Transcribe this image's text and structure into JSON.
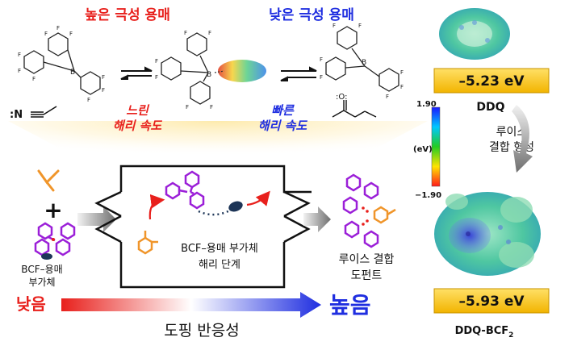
{
  "top": {
    "high_polarity_solvent": "높은 극성 용매",
    "low_polarity_solvent": "낮은 극성 용매",
    "slow_label": "느린",
    "slow_rate_label": "해리 속도",
    "fast_label": "빠른",
    "fast_rate_label": "해리 속도",
    "nitrile_label": ":N",
    "carbonyl_label": ":O:",
    "boron_label": "B",
    "fluorine_label": "F"
  },
  "mechanism": {
    "plus_sign": "+",
    "adduct_label_line1": "BCF–용매",
    "adduct_label_line2": "부가체",
    "step_label_line1": "BCF–용매 부가체",
    "step_label_line2": "해리 단계",
    "product_label_line1": "루이스 결합",
    "product_label_line2": "도펀트"
  },
  "reactivity": {
    "low": "낮음",
    "high": "높음",
    "axis_title": "도핑 반응성"
  },
  "right_panel": {
    "ddq_energy": "–5.23 eV",
    "ddq_label": "DDQ",
    "scale_max": "1.90",
    "scale_min": "−1.90",
    "scale_unit": "(eV)",
    "process_line1": "루이스",
    "process_line2": "결합 형성",
    "complex_energy": "–5.93 eV",
    "complex_label_main": "DDQ-BCF",
    "complex_label_sub": "2"
  },
  "colors": {
    "red": "#e8201c",
    "blue": "#1f2ee0",
    "orange": "#f0952a",
    "purple": "#9b1fd8",
    "navy": "#1d3557",
    "energy_box_top": "#ffd84a",
    "energy_box_bottom": "#f5b800",
    "glow": "#fde8a6"
  }
}
